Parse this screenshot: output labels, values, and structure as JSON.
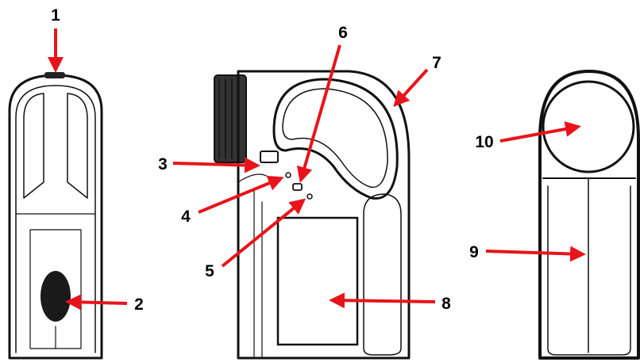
{
  "callouts": [
    {
      "id": "1",
      "label": "1"
    },
    {
      "id": "2",
      "label": "2"
    },
    {
      "id": "3",
      "label": "3"
    },
    {
      "id": "4",
      "label": "4"
    },
    {
      "id": "5",
      "label": "5"
    },
    {
      "id": "6",
      "label": "6"
    },
    {
      "id": "7",
      "label": "7"
    },
    {
      "id": "8",
      "label": "8"
    },
    {
      "id": "9",
      "label": "9"
    },
    {
      "id": "10",
      "label": "10"
    }
  ],
  "colors": {
    "arrow": "#e8141b",
    "outline": "#111111",
    "background": "#ffffff"
  }
}
